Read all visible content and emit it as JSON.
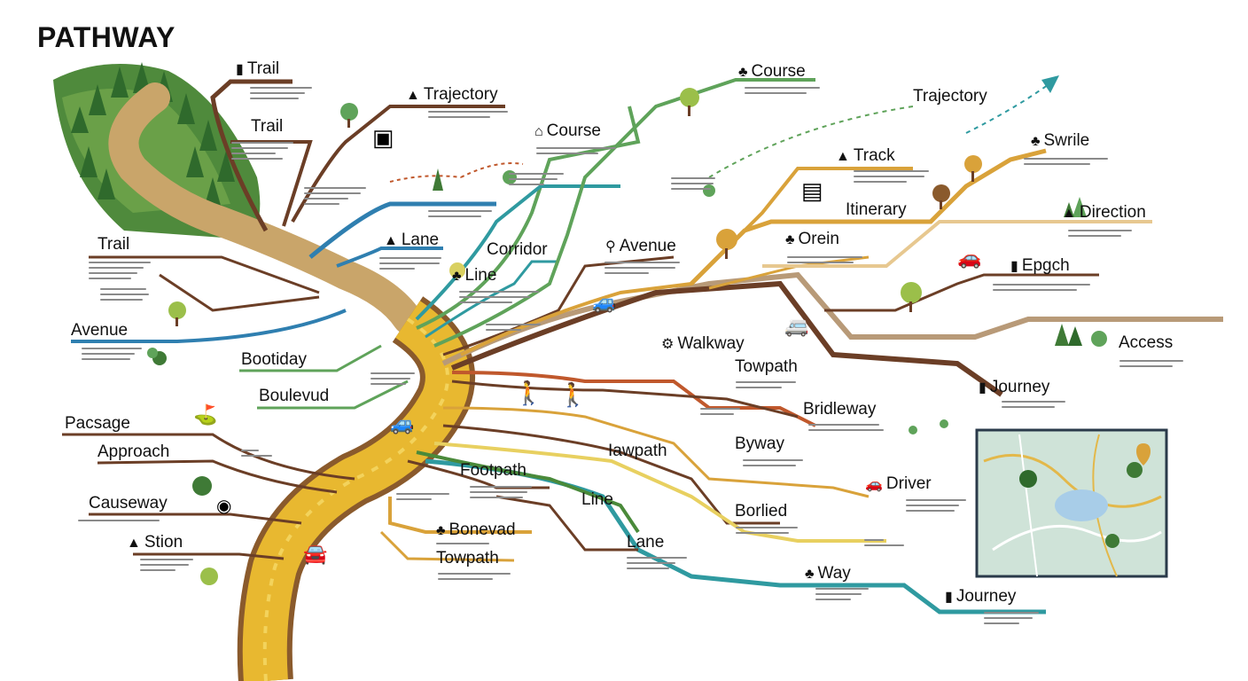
{
  "title": "PATHWAY",
  "labels": [
    "Trail",
    "Trajectory",
    "Trail",
    "Course",
    "Course",
    "Trajectory",
    "Swrile",
    "Track",
    "Itinerary",
    "Direction",
    "Lane",
    "Corridor",
    "Line",
    "Avenue",
    "Orein",
    "Epgch",
    "Trail",
    "Avenue",
    "Bootiday",
    "Walkway",
    "Access",
    "Towpath",
    "Journey",
    "Boulevud",
    "Bridleway",
    "Pacsage",
    "Byway",
    "Approach",
    "Iawpath",
    "Footpath",
    "Driver",
    "Causeway",
    "Line",
    "Borlied",
    "Stion",
    "Bonevad",
    "Lane",
    "Towpath",
    "Way",
    "Journey"
  ],
  "colors": {
    "road_yellow": "#e8b830",
    "branch_brown": "#6b3e26",
    "branch_green": "#5fa35a",
    "branch_teal": "#2f9aa0",
    "branch_orange": "#d9a23a",
    "branch_tan": "#b89a78",
    "branch_blue": "#2f7fb0",
    "forest_green": "#3f7a36"
  },
  "icons": [
    "tree-icon",
    "pine-tree-icon",
    "house-icon",
    "car-icon",
    "walker-icon",
    "map-icon",
    "signpost-icon",
    "arrow-icon"
  ]
}
